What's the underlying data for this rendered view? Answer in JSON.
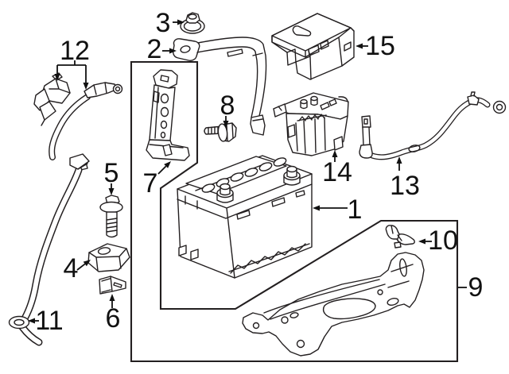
{
  "diagram": {
    "type": "automotive-parts-diagram",
    "background": "#ffffff",
    "line_color": "#231f20",
    "text_color": "#111111",
    "callouts": [
      {
        "number": "1",
        "part_icon": "battery-icon"
      },
      {
        "number": "2",
        "part_icon": "hold-down-rod-icon"
      },
      {
        "number": "3",
        "part_icon": "wing-nut-icon"
      },
      {
        "number": "4",
        "part_icon": "hold-down-clamp-icon"
      },
      {
        "number": "5",
        "part_icon": "flanged-bolt-icon"
      },
      {
        "number": "6",
        "part_icon": "angle-bracket-icon"
      },
      {
        "number": "7",
        "part_icon": "support-bracket-icon"
      },
      {
        "number": "8",
        "part_icon": "bolt-icon"
      },
      {
        "number": "9",
        "part_icon": "battery-tray-icon"
      },
      {
        "number": "10",
        "part_icon": "retainer-clip-icon"
      },
      {
        "number": "11",
        "part_icon": "vent-tube-icon"
      },
      {
        "number": "12",
        "part_icon": "negative-battery-cable-icon"
      },
      {
        "number": "13",
        "part_icon": "positive-battery-cable-icon"
      },
      {
        "number": "14",
        "part_icon": "fuse-block-icon"
      },
      {
        "number": "15",
        "part_icon": "fuse-block-cover-icon"
      }
    ]
  }
}
